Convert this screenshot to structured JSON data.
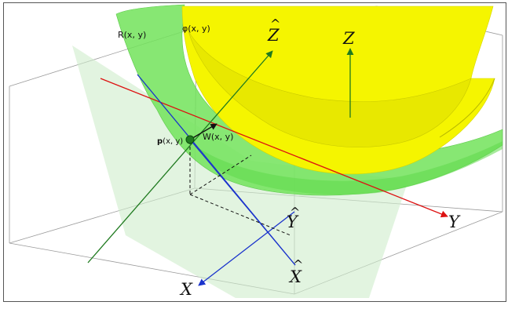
{
  "labels": {
    "r_surface": "R(x, y)",
    "phi_surface": "φ(x, y)",
    "z_hat": "Z",
    "z_hat_caret": "^",
    "z_axis": "Z",
    "w_vector": "W(x, y)",
    "point_bold": "p",
    "point_args": "(x, y)",
    "y_hat": "Y",
    "y_hat_caret": "^",
    "y_axis": "Y",
    "x_hat": "X",
    "x_hat_caret": "^",
    "x_axis": "X"
  },
  "colors": {
    "phi_surface": "#f5f500",
    "phi_surface_inner": "#e8e800",
    "r_surface": "#72e35a",
    "tangent_plane": "#cfeccb",
    "red_axis": "#dd1111",
    "blue_axis": "#1a33cc",
    "green_axis": "#1f7a1f",
    "box_edges": "#9a9a9a"
  }
}
